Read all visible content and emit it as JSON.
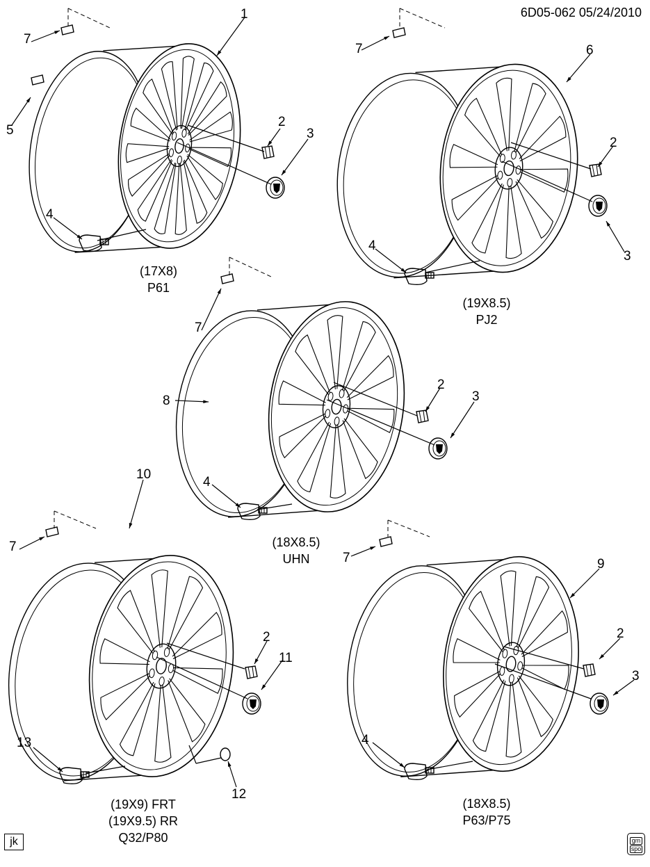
{
  "header": {
    "code": "6D05-062  05/24/2010"
  },
  "callouts": {
    "w1_1": "1",
    "w1_2": "2",
    "w1_3": "3",
    "w1_4": "4",
    "w1_5": "5",
    "w1_7": "7",
    "w2_6": "6",
    "w2_2": "2",
    "w2_3": "3",
    "w2_4": "4",
    "w2_7": "7",
    "w3_8": "8",
    "w3_2": "2",
    "w3_3": "3",
    "w3_4": "4",
    "w3_7": "7",
    "w4_10": "10",
    "w4_2": "2",
    "w4_11": "11",
    "w4_12": "12",
    "w4_13": "13",
    "w4_7": "7",
    "w5_9": "9",
    "w5_2": "2",
    "w5_3": "3",
    "w5_4": "4",
    "w5_7": "7"
  },
  "captions": {
    "w1": [
      "(17X8)",
      "P61"
    ],
    "w2": [
      "(19X8.5)",
      "PJ2"
    ],
    "w3": [
      "(18X8.5)",
      "UHN"
    ],
    "w4": [
      "(19X9) FRT",
      "(19X9.5) RR",
      "Q32/P80"
    ],
    "w5": [
      "(18X8.5)",
      "P63/P75"
    ]
  },
  "badges": {
    "corner_left": "jk",
    "corner_right_line1": "gm",
    "corner_right_line2": "spo"
  },
  "icons": [
    "wheel",
    "lug-nut",
    "center-cap",
    "tpms-sensor",
    "valve-stem",
    "balance-weight"
  ]
}
